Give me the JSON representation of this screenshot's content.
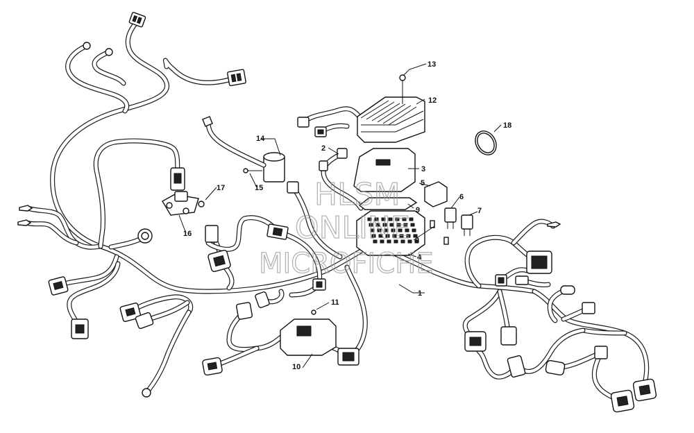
{
  "diagram": {
    "callouts": [
      {
        "id": "1",
        "label": "1"
      },
      {
        "id": "2",
        "label": "2"
      },
      {
        "id": "3",
        "label": "3"
      },
      {
        "id": "4",
        "label": "4"
      },
      {
        "id": "5",
        "label": "5"
      },
      {
        "id": "6",
        "label": "6"
      },
      {
        "id": "7",
        "label": "7"
      },
      {
        "id": "8",
        "label": "8"
      },
      {
        "id": "9",
        "label": "9"
      },
      {
        "id": "10",
        "label": "10"
      },
      {
        "id": "11",
        "label": "11"
      },
      {
        "id": "12",
        "label": "12"
      },
      {
        "id": "13",
        "label": "13"
      },
      {
        "id": "14",
        "label": "14"
      },
      {
        "id": "15",
        "label": "15"
      },
      {
        "id": "16",
        "label": "16"
      },
      {
        "id": "17",
        "label": "17"
      },
      {
        "id": "18",
        "label": "18"
      }
    ]
  },
  "watermark": {
    "line1": "HLSM",
    "line2": "ONLINE",
    "line3": "MICROFICHE"
  }
}
